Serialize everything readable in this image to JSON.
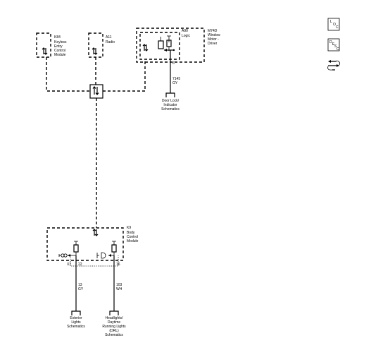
{
  "modules": {
    "k84": {
      "ref": "K84",
      "lines": [
        "Keyless",
        "Entry",
        "Control",
        "Module"
      ]
    },
    "a11": {
      "ref": "A11",
      "lines": [
        "Radio"
      ]
    },
    "m74d": {
      "ref": "M74D",
      "lines": [
        "Window",
        "Motor -",
        "Driver"
      ]
    },
    "a90": {
      "ref": "A90",
      "lines": [
        "Logic"
      ]
    },
    "k9": {
      "ref": "K9",
      "lines": [
        "Body",
        "Control",
        "Module"
      ]
    }
  },
  "wires": {
    "m74d_pin": "6",
    "m74d_circuit": "7145",
    "m74d_color": "GY",
    "k9_left_connector": "X1",
    "k9_left_pin": "22",
    "k9_left_circuit": "13",
    "k9_left_color": "GY",
    "k9_right_pin": "16",
    "k9_right_circuit": "103",
    "k9_right_color": "WH"
  },
  "references": {
    "door_lock": [
      "Door Lock/",
      "Indicator",
      "Schematics"
    ],
    "exterior_lights": [
      "Exterior",
      "Lights",
      "Schematics"
    ],
    "headlights": [
      "Headlights/",
      "Daytime",
      "Running Lights",
      "(DRL)",
      "Schematics"
    ]
  },
  "navigation": {
    "loc_letters": [
      "L",
      "O",
      "C"
    ],
    "desc_letters": [
      "D",
      "E",
      "S",
      "C"
    ]
  },
  "icons": {
    "data_arrows": "bidirectional-data-icon",
    "output_driver": "output-driver-icon",
    "lamp": "lamp-icon",
    "back": "back-arrow-icon"
  }
}
